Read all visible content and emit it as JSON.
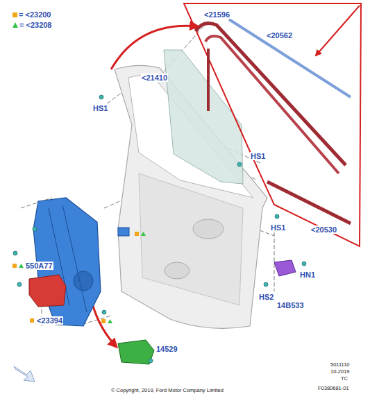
{
  "diagram": {
    "labels": [
      "<21596",
      "<20562",
      "<21410",
      "HS1",
      "HS1",
      "HS1",
      "<20530",
      "550A77",
      "<23394",
      "14529",
      "HS2",
      "14B533",
      "HN1",
      "5011110",
      "10-2019",
      "TC",
      "F0380681-01",
      "© Copyright, 2019, Ford Motor Company Limited"
    ],
    "legend": [
      {
        "text": "= <23200",
        "color": "#f2a516"
      },
      {
        "text": "= <23208"
      }
    ]
  }
}
